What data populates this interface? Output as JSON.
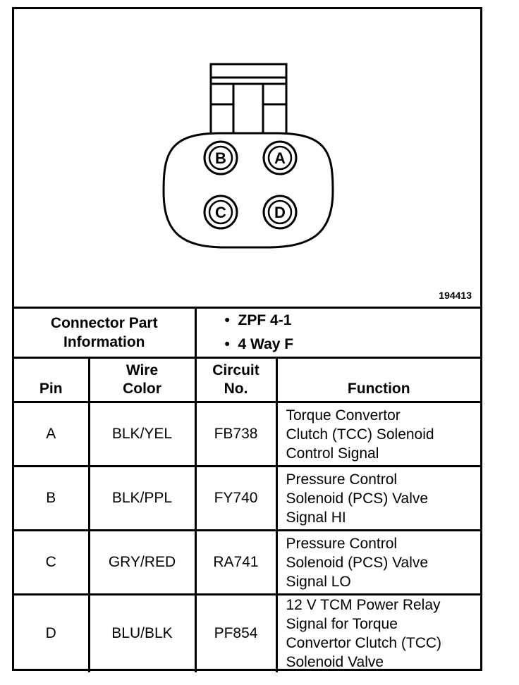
{
  "figure_id": "194413",
  "connector": {
    "pins": [
      {
        "label": "B"
      },
      {
        "label": "A"
      },
      {
        "label": "C"
      },
      {
        "label": "D"
      }
    ]
  },
  "part_info": {
    "label_line1": "Connector Part",
    "label_line2": "Information",
    "values": [
      "ZPF 4-1",
      "4 Way F"
    ]
  },
  "headers": {
    "pin": "Pin",
    "wire_color_line1": "Wire",
    "wire_color_line2": "Color",
    "circuit_line1": "Circuit",
    "circuit_line2": "No.",
    "function": "Function"
  },
  "rows": [
    {
      "pin": "A",
      "wire": "BLK/YEL",
      "circuit": "FB738",
      "function": [
        "Torque Convertor",
        "Clutch (TCC) Solenoid",
        "Control Signal"
      ]
    },
    {
      "pin": "B",
      "wire": "BLK/PPL",
      "circuit": "FY740",
      "function": [
        "Pressure Control",
        "Solenoid (PCS) Valve",
        "Signal HI"
      ]
    },
    {
      "pin": "C",
      "wire": "GRY/RED",
      "circuit": "RA741",
      "function": [
        "Pressure Control",
        "Solenoid (PCS) Valve",
        "Signal LO"
      ]
    },
    {
      "pin": "D",
      "wire": "BLU/BLK",
      "circuit": "PF854",
      "function": [
        "12 V TCM Power Relay",
        "Signal for Torque",
        "Convertor Clutch (TCC)",
        "Solenoid Valve"
      ]
    }
  ]
}
